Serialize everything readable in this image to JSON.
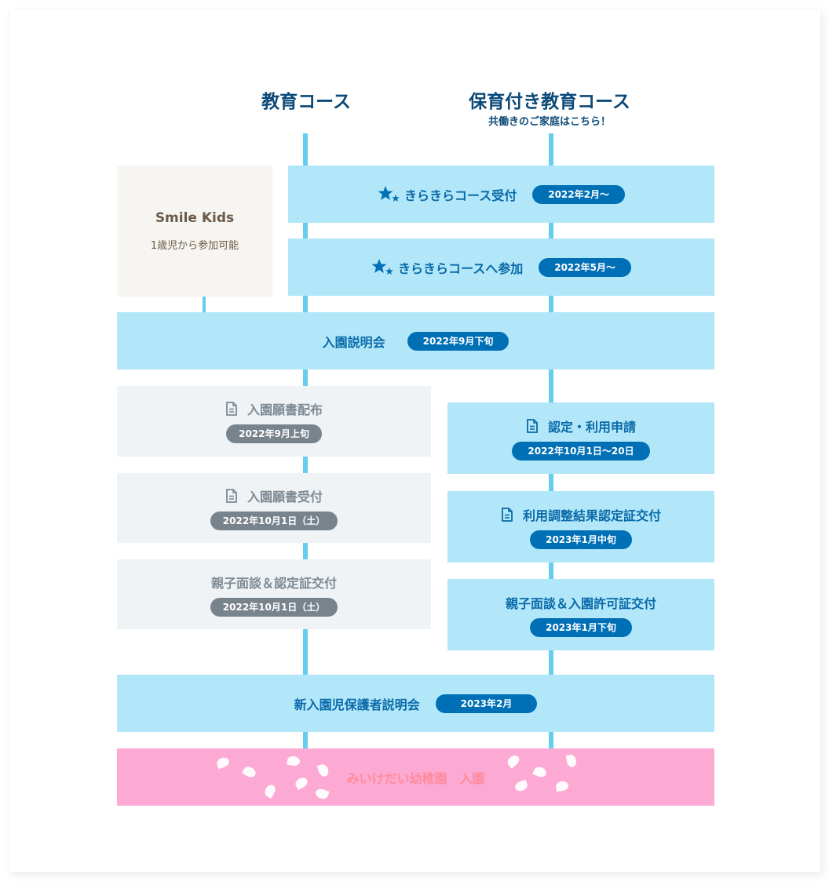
{
  "columns": {
    "education": {
      "title": "教育コース"
    },
    "childcare": {
      "title": "保育付き教育コース",
      "subtitle": "共働きのご家庭はこちら！"
    }
  },
  "smile_kids": {
    "title": "Smile Kids",
    "subtitle": "1歳児から参加可能"
  },
  "steps": {
    "kira_reception": {
      "label": "きらきらコース受付",
      "date": "2022年2月〜"
    },
    "kira_join": {
      "label": "きらきらコースへ参加",
      "date": "2022年5月〜"
    },
    "briefing": {
      "label": "入園説明会",
      "date": "2022年9月下旬"
    },
    "application_distribution": {
      "label": "入園願書配布",
      "date": "2022年9月上旬"
    },
    "application_reception": {
      "label": "入園願書受付",
      "date": "2022年10月1日（土）"
    },
    "interview_edu": {
      "label": "親子面談＆認定証交付",
      "date": "2022年10月1日（土）"
    },
    "certification": {
      "label": "認定・利用申請",
      "date": "2022年10月1日〜20日"
    },
    "adjustment": {
      "label": "利用調整結果認定証交付",
      "date": "2023年1月中旬"
    },
    "interview_care": {
      "label": "親子面談＆入園許可証交付",
      "date": "2023年1月下旬"
    },
    "new_parents": {
      "label": "新入園児保護者説明会",
      "date": "2023年2月"
    },
    "enrollment": {
      "label": "みいけだい幼稚園　入園"
    }
  },
  "colors": {
    "accent_blue": "#0070b6",
    "box_blue": "#b2e7fa",
    "box_gray": "#eff3f6",
    "box_pink": "#fcaad3",
    "line": "#64cdf0",
    "title": "#0c4a78"
  },
  "icons": {
    "document": "document-icon",
    "stars": "stars-icon",
    "petals": "sakura-petal-icon"
  }
}
